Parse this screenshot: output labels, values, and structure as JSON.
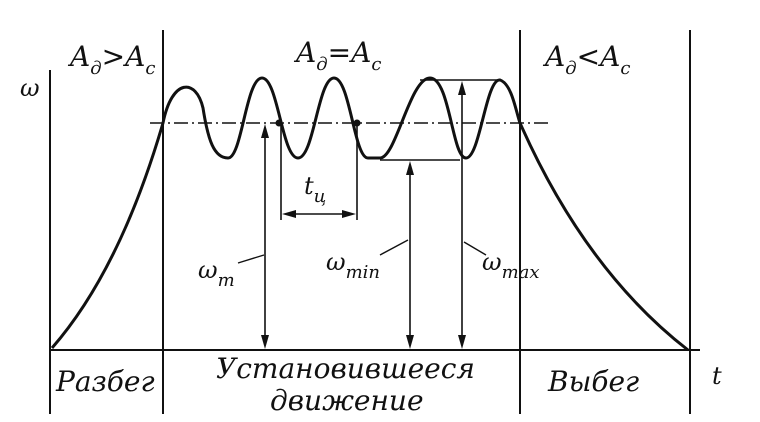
{
  "axes": {
    "y_label": "ω",
    "x_label": "t"
  },
  "conditions": {
    "left": {
      "a": "A",
      "a_sub": "д",
      "op": ">",
      "b": "A",
      "b_sub": "c"
    },
    "middle": {
      "a": "A",
      "a_sub": "д",
      "op": "=",
      "b": "A",
      "b_sub": "c"
    },
    "right": {
      "a": "A",
      "a_sub": "д",
      "op": "<",
      "b": "A",
      "b_sub": "c"
    }
  },
  "annotations": {
    "omega_m": {
      "symbol": "ω",
      "sub": "m"
    },
    "omega_min": {
      "symbol": "ω",
      "sub": "min"
    },
    "omega_max": {
      "symbol": "ω",
      "sub": "max"
    },
    "t_cycle": {
      "symbol": "t",
      "sub": "ц"
    }
  },
  "stages": {
    "start": "Разбег",
    "steady_line1": "Установившееся",
    "steady_line2": "движение",
    "stop": "Выбег"
  },
  "colors": {
    "ink": "#111111",
    "background": "#ffffff"
  }
}
